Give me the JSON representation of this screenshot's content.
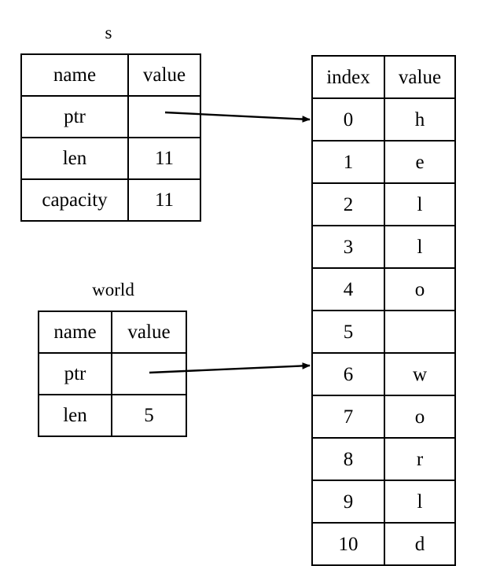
{
  "diagram": {
    "title": "string slice pointers into heap buffer",
    "background_color": "#ffffff",
    "line_color": "#000000"
  },
  "struct_s": {
    "caption": "s",
    "headers": {
      "name": "name",
      "value": "value"
    },
    "rows": [
      {
        "name": "ptr",
        "value": ""
      },
      {
        "name": "len",
        "value": "11"
      },
      {
        "name": "capacity",
        "value": "11"
      }
    ]
  },
  "struct_world": {
    "caption": "world",
    "headers": {
      "name": "name",
      "value": "value"
    },
    "rows": [
      {
        "name": "ptr",
        "value": ""
      },
      {
        "name": "len",
        "value": "5"
      }
    ]
  },
  "buffer": {
    "headers": {
      "index": "index",
      "value": "value"
    },
    "rows": [
      {
        "index": "0",
        "value": "h"
      },
      {
        "index": "1",
        "value": "e"
      },
      {
        "index": "2",
        "value": "l"
      },
      {
        "index": "3",
        "value": "l"
      },
      {
        "index": "4",
        "value": "o"
      },
      {
        "index": "5",
        "value": ""
      },
      {
        "index": "6",
        "value": "w"
      },
      {
        "index": "7",
        "value": "o"
      },
      {
        "index": "8",
        "value": "r"
      },
      {
        "index": "9",
        "value": "l"
      },
      {
        "index": "10",
        "value": "d"
      }
    ]
  },
  "arrows": [
    {
      "name": "s-ptr-arrow",
      "from_label": "s.ptr",
      "to_label": "buffer index 0"
    },
    {
      "name": "world-ptr-arrow",
      "from_label": "world.ptr",
      "to_label": "buffer index 6"
    }
  ]
}
